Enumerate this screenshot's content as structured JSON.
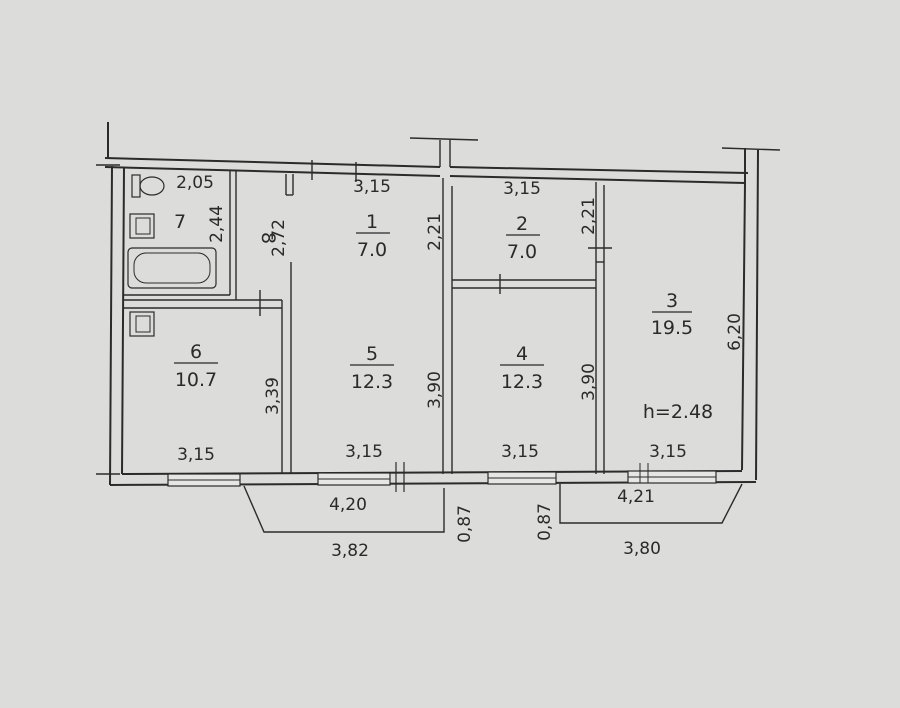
{
  "plan": {
    "ceiling_height": "h=2.48",
    "rooms": [
      {
        "number": "1",
        "area": "7.0"
      },
      {
        "number": "2",
        "area": "7.0"
      },
      {
        "number": "3",
        "area": "19.5"
      },
      {
        "number": "4",
        "area": "12.3"
      },
      {
        "number": "5",
        "area": "12.3"
      },
      {
        "number": "6",
        "area": "10.7"
      },
      {
        "number": "7"
      },
      {
        "number": "8"
      }
    ],
    "dimensions": {
      "bath_width": "2,05",
      "bath_depth": "2,44",
      "corridor_depth": "2,72",
      "room1_width": "3,15",
      "room1_depth": "2,21",
      "room2_width": "3,15",
      "room2_depth": "2,21",
      "room3_depth": "6,20",
      "room3_width": "3,15",
      "room4_width": "3,15",
      "room4_depth": "3,90",
      "room5_width": "3,15",
      "room5_depth": "3,90",
      "room6_width": "3,15",
      "room6_depth": "3,39",
      "balcony_left_inner": "4,20",
      "balcony_left_outer": "3,82",
      "balcony_left_depth": "0,87",
      "balcony_right_inner": "4,21",
      "balcony_right_outer": "3,80",
      "balcony_right_depth": "0,87"
    }
  }
}
